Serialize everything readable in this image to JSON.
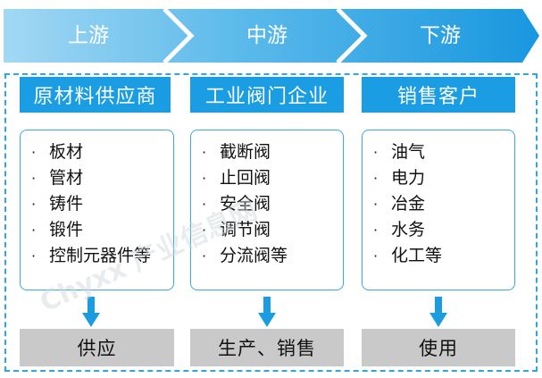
{
  "stages": [
    "上游",
    "中游",
    "下游"
  ],
  "columns": [
    {
      "header": "原材料供应商",
      "items": [
        "板材",
        "管材",
        "铸件",
        "锻件",
        "控制元器件等"
      ],
      "outcome": "供应"
    },
    {
      "header": "工业阀门企业",
      "items": [
        "截断阀",
        "止回阀",
        "安全阀",
        "调节阀",
        "分流阀等"
      ],
      "outcome": "生产、销售"
    },
    {
      "header": "销售客户",
      "items": [
        "油气",
        "电力",
        "冶金",
        "水务",
        "化工等"
      ],
      "outcome": "使用"
    }
  ],
  "bullet": "·",
  "watermark": "Chyxx 产业信息网",
  "colors": {
    "arrow_light": "#9fd7f3",
    "arrow_dark": "#1b9be0",
    "header": "#1a9de2",
    "outcome": "#c9c9c9"
  }
}
